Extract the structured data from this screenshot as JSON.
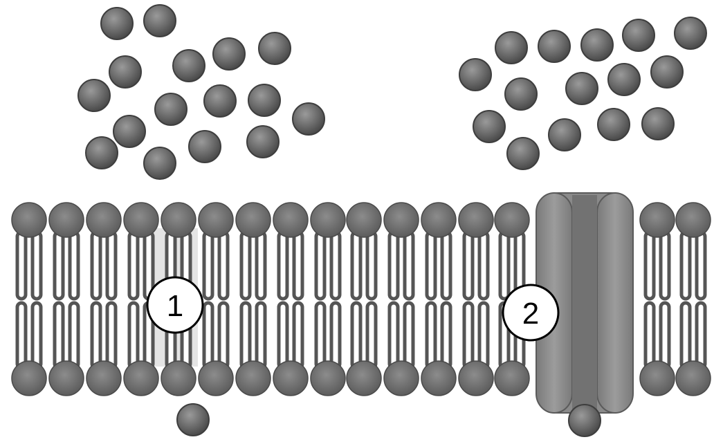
{
  "diagram": {
    "subject": "membrane-transport",
    "labels": [
      {
        "id": "label-1",
        "text": "1"
      },
      {
        "id": "label-2",
        "text": "2"
      }
    ],
    "colors": {
      "particle": "#6a6a6a",
      "particle_dark": "#4a4a4a",
      "particle_light": "#9a9a9a",
      "head": "#707070",
      "tail_fill": "#ffffff",
      "tail_stroke": "#555555",
      "protein": "#8a8a8a",
      "protein_dark": "#6a6a6a",
      "label_fill": "#ffffff",
      "label_stroke": "#000000"
    }
  }
}
